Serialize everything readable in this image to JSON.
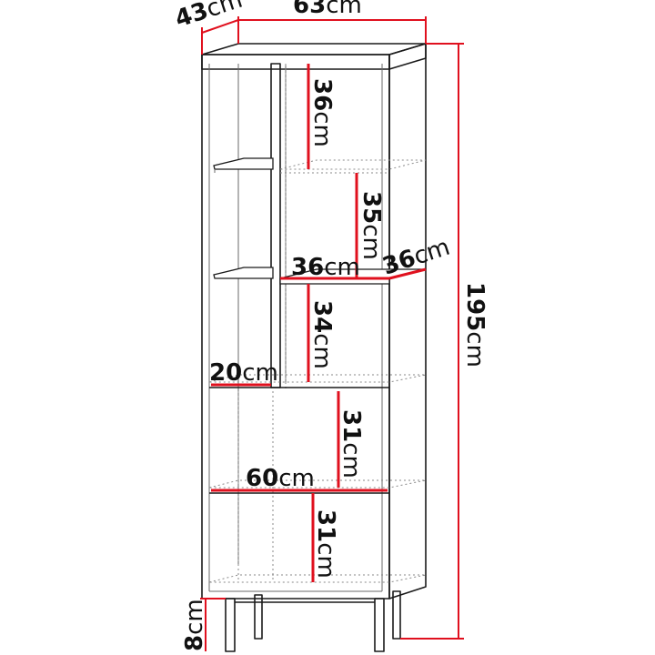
{
  "labels": {
    "width_num": "63",
    "width_unit": "cm",
    "depth_num": "43",
    "depth_unit": "cm",
    "height_num": "195",
    "height_unit": "cm",
    "top_comp_num": "36",
    "top_comp_unit": "cm",
    "second_comp_num": "35",
    "second_comp_unit": "cm",
    "shelf_width_num": "36",
    "shelf_width_unit": "cm",
    "shelf_depth_num": "36",
    "shelf_depth_unit": "cm",
    "third_comp_num": "34",
    "third_comp_unit": "cm",
    "side_shelf_num": "20",
    "side_shelf_unit": "cm",
    "fourth_comp_num": "31",
    "fourth_comp_unit": "cm",
    "inner_width_num": "60",
    "inner_width_unit": "cm",
    "bottom_comp_num": "31",
    "bottom_comp_unit": "cm",
    "legs_num": "8",
    "legs_unit": "cm"
  },
  "colors": {
    "dimension_line": "#e0101e",
    "outline": "#1a1a1a"
  }
}
